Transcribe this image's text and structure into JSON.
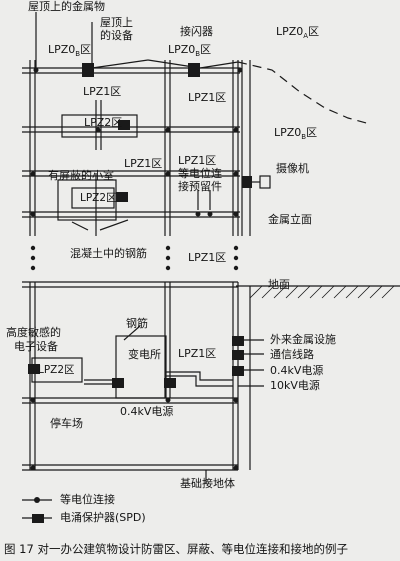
{
  "labels": {
    "roof_metal": "屋顶上的金属物",
    "roof_equipment_1": "屋顶上",
    "roof_equipment_2": "的设备",
    "air_terminal": "接闪器",
    "lpz0a": {
      "main": "LPZ0",
      "sub": "A",
      "tail": "区"
    },
    "lpz0b_left": {
      "main": "LPZ0",
      "sub": "B",
      "tail": "区"
    },
    "lpz0b_mid": {
      "main": "LPZ0",
      "sub": "B",
      "tail": "区"
    },
    "lpz0b_right": {
      "main": "LPZ0",
      "sub": "B",
      "tail": "区"
    },
    "lpz1_a": "LPZ1区",
    "lpz1_b": "LPZ1区",
    "lpz1_c": "LPZ1区",
    "lpz1_d": "LPZ1区",
    "lpz1_e": "LPZ1区",
    "lpz1_f": "LPZ1区",
    "lpz2_top": "LPZ2区",
    "shielded_room": "有屏蔽的小室",
    "lpz2_room": "LPZ2区",
    "bonding_insert_1": "等电位连",
    "bonding_insert_2": "接预留件",
    "camera": "摄像机",
    "metal_facade": "金属立面",
    "rebar_concrete": "混凝土中的钢筋",
    "ground_level": "地面",
    "rebar": "钢筋",
    "sensitive_1": "高度敏感的",
    "sensitive_2": "电子设备",
    "lpz2_sensitive": "LPZ2区",
    "substation": "变电所",
    "external_metal": "外来金属设施",
    "comm_lines": "通信线路",
    "power_04kv_right": "0.4kV电源",
    "power_10kv": "10kV电源",
    "power_04kv_bottom": "0.4kV电源",
    "parking": "停车场",
    "foundation_earth": "基础接地体"
  },
  "legend": {
    "bonding": "等电位连接",
    "spd": "电涌保护器(SPD)"
  },
  "caption": "图 17    对一办公建筑物设计防雷区、屏蔽、等电位连接和接地的例子",
  "colors": {
    "ink": "#1a1a1a",
    "paper": "#ededeb"
  }
}
